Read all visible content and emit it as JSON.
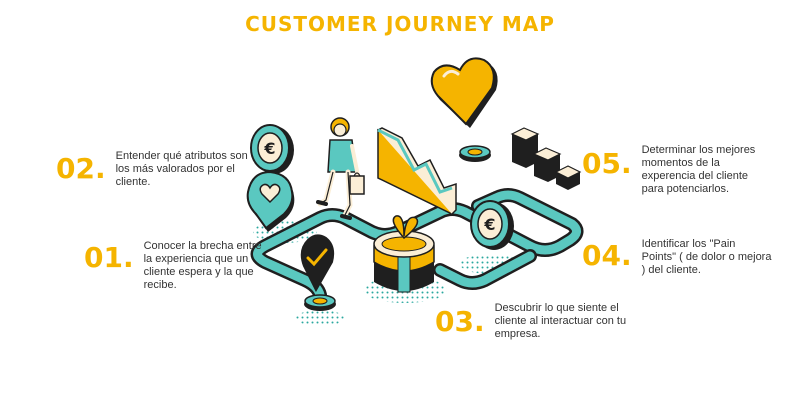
{
  "title": "CUSTOMER JOURNEY MAP",
  "steps": [
    {
      "num": "01.",
      "text": "Conocer la brecha entre la experiencia que un cliente espera y la que recibe."
    },
    {
      "num": "02.",
      "text": "Entender qué atributos son los más valorados por el cliente."
    },
    {
      "num": "03.",
      "text": "Descubrir lo que siente el cliente al interactuar con tu empresa."
    },
    {
      "num": "04.",
      "text": "Identificar los \"Pain Points\" ( de dolor o mejora ) del cliente."
    },
    {
      "num": "05.",
      "text": "Determinar los mejores momentos de la experencia del cliente para potenciarlos."
    }
  ],
  "colors": {
    "accent": "#f5b400",
    "teal": "#4fbfb8",
    "dark": "#1f1f1f",
    "cream": "#fbeed6"
  },
  "icons": [
    "euro-coin-icon",
    "heart-pin-icon",
    "check-pin-icon",
    "woman-shopper-icon",
    "line-chart-icon",
    "gift-box-icon",
    "heart-icon",
    "bar-chart-icon",
    "path-node-icon"
  ]
}
